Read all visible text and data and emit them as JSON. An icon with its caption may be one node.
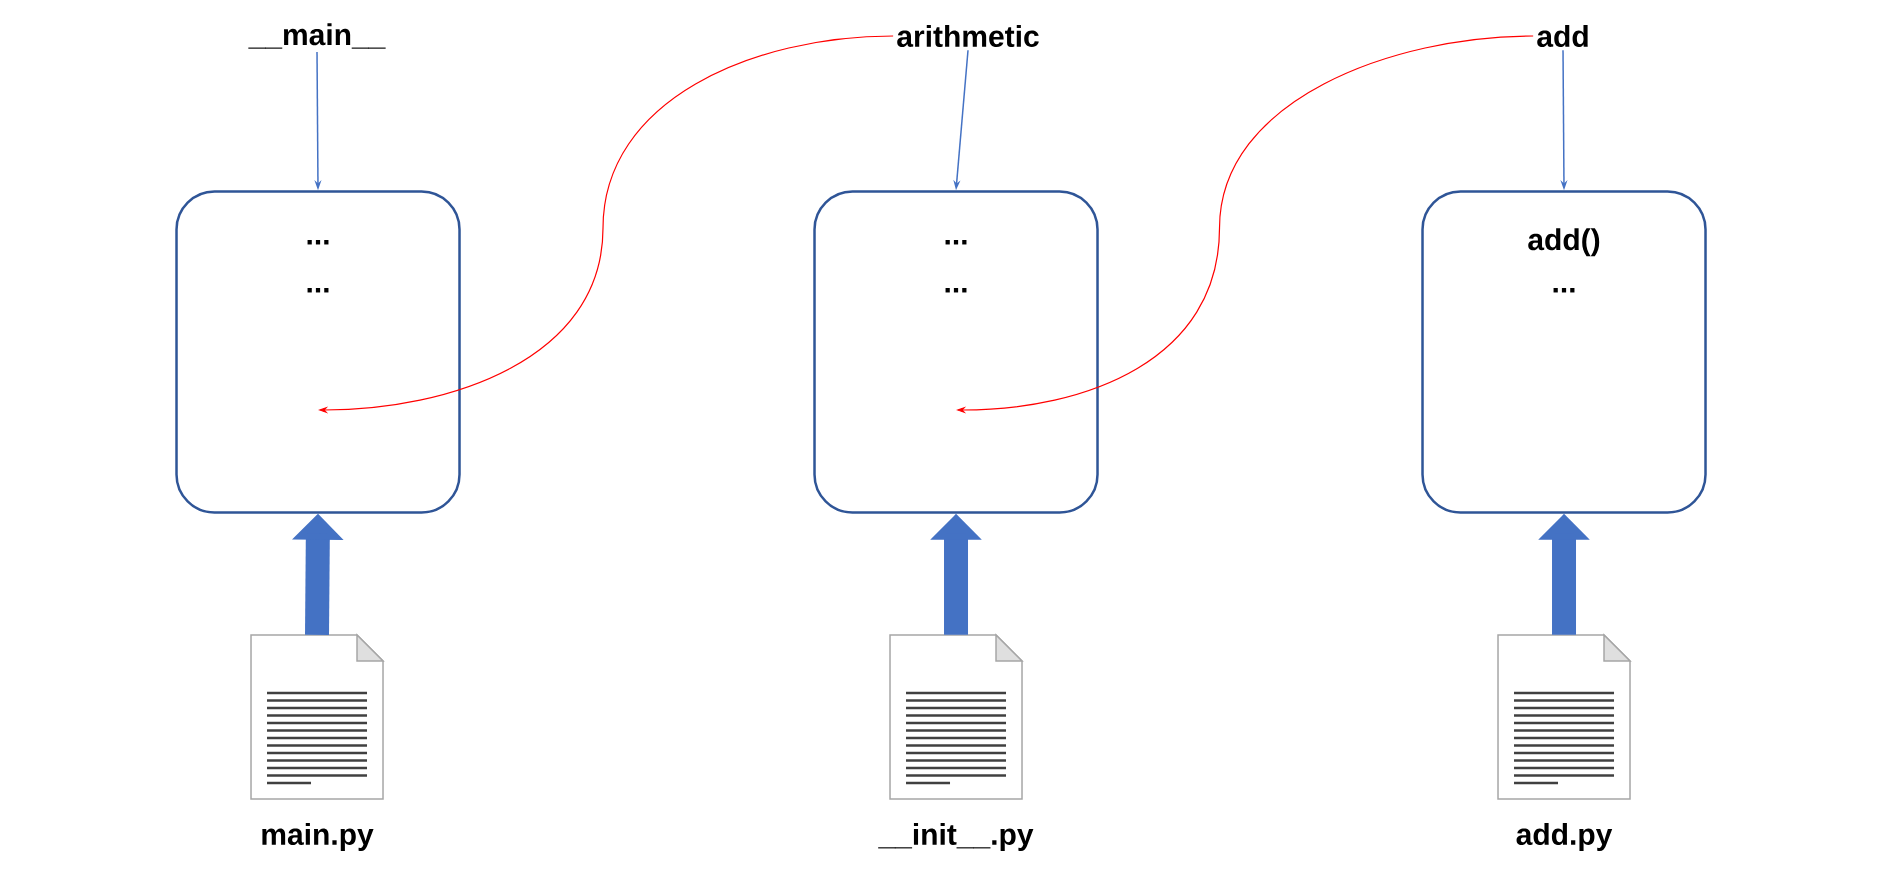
{
  "diagram": {
    "nodes": [
      {
        "text": [
          "__main__"
        ]
      },
      {
        "text": [
          "arithmetic"
        ]
      },
      {
        "text": [
          "add"
        ]
      },
      {
        "text": [
          "...",
          "..."
        ]
      },
      {
        "text": [
          "...",
          "..."
        ]
      },
      {
        "text": [
          "add()",
          "..."
        ]
      },
      {
        "text": [
          "main.py"
        ]
      },
      {
        "text": [
          "__init__.py"
        ]
      },
      {
        "text": [
          "add.py"
        ]
      }
    ],
    "edges": [
      {
        "from": 0,
        "to": 3,
        "arrow": "to"
      },
      {
        "from": 1,
        "to": 4,
        "arrow": "to"
      },
      {
        "from": 2,
        "to": 5,
        "arrow": "to"
      },
      {
        "from": 1,
        "to": 3,
        "arrow": "to",
        "color": "#ff0000"
      },
      {
        "from": 2,
        "to": 4,
        "arrow": "to",
        "color": "#ff0000"
      },
      {
        "from": 6,
        "to": 3,
        "arrow": "to",
        "style": "thick"
      },
      {
        "from": 7,
        "to": 4,
        "arrow": "to",
        "style": "thick"
      },
      {
        "from": 8,
        "to": 5,
        "arrow": "to",
        "style": "thick"
      }
    ]
  }
}
